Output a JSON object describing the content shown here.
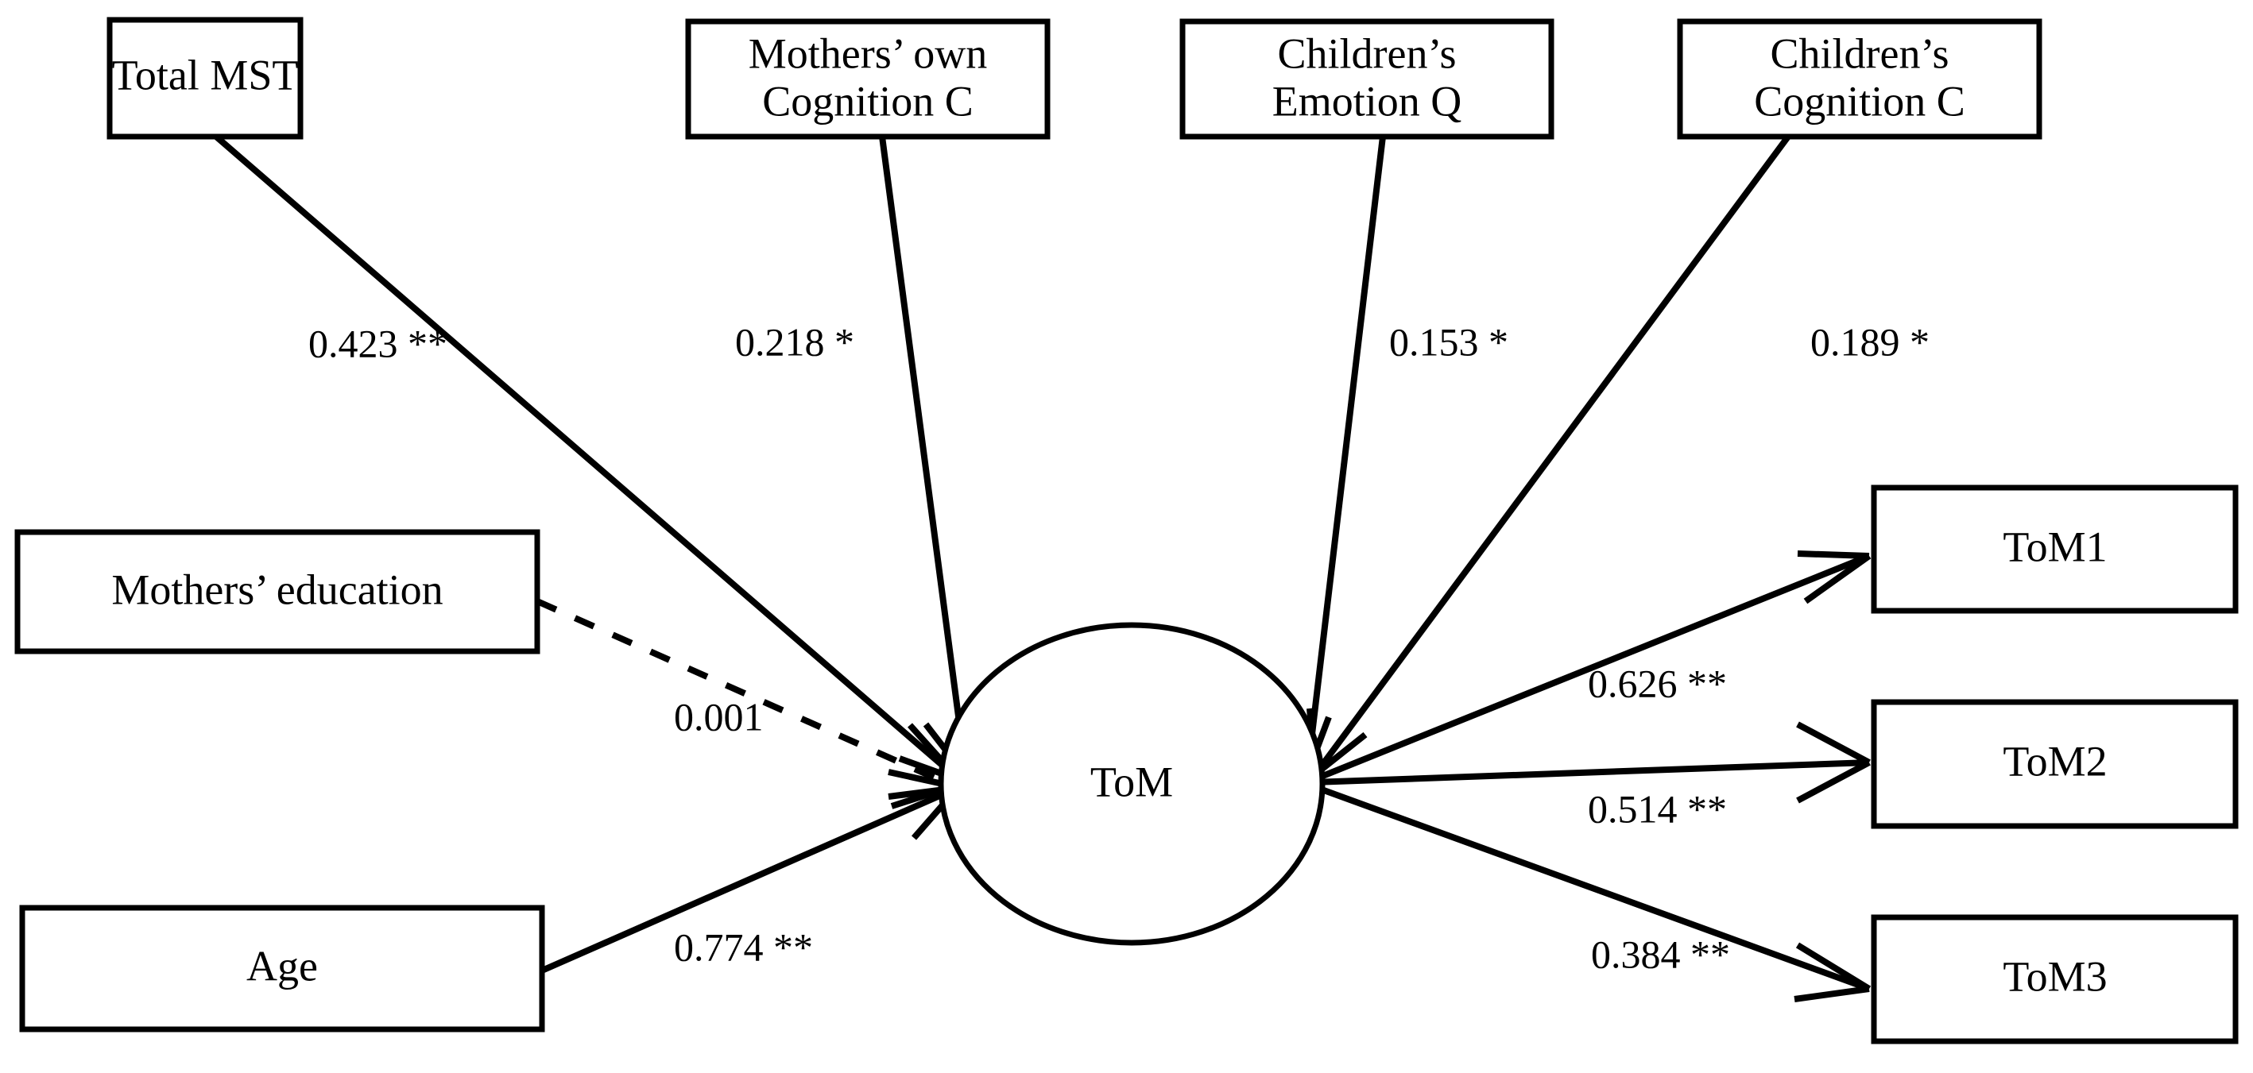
{
  "diagram": {
    "type": "path-diagram",
    "title": "",
    "latent_node": {
      "id": "ToM",
      "label": "ToM",
      "shape": "ellipse"
    },
    "predictors": [
      {
        "id": "total-mst",
        "label": "Total MST",
        "lines": [
          "Total MST"
        ]
      },
      {
        "id": "mothers-own-cognition-c",
        "label": "Mothers’ own Cognition C",
        "lines": [
          "Mothers’ own",
          "Cognition C"
        ]
      },
      {
        "id": "childrens-emotion-q",
        "label": "Children’s Emotion Q",
        "lines": [
          "Children’s",
          "Emotion Q"
        ]
      },
      {
        "id": "childrens-cognition-c",
        "label": "Children’s Cognition C",
        "lines": [
          "Children’s",
          "Cognition C"
        ]
      },
      {
        "id": "mothers-education",
        "label": "Mothers’ education",
        "lines": [
          "Mothers’ education"
        ]
      },
      {
        "id": "age",
        "label": "Age",
        "lines": [
          "Age"
        ]
      }
    ],
    "indicators": [
      {
        "id": "tom1",
        "label": "ToM1"
      },
      {
        "id": "tom2",
        "label": "ToM2"
      },
      {
        "id": "tom3",
        "label": "ToM3"
      }
    ],
    "paths": [
      {
        "from": "total-mst",
        "to": "ToM",
        "coefficient": "0.423",
        "significance": "**",
        "label": "0.423 **",
        "style": "solid"
      },
      {
        "from": "mothers-own-cognition-c",
        "to": "ToM",
        "coefficient": "0.218",
        "significance": "*",
        "label": "0.218 *",
        "style": "solid"
      },
      {
        "from": "childrens-emotion-q",
        "to": "ToM",
        "coefficient": "0.153",
        "significance": "*",
        "label": "0.153 *",
        "style": "solid"
      },
      {
        "from": "childrens-cognition-c",
        "to": "ToM",
        "coefficient": "0.189",
        "significance": "*",
        "label": "0.189 *",
        "style": "solid"
      },
      {
        "from": "mothers-education",
        "to": "ToM",
        "coefficient": "0.001",
        "significance": "",
        "label": "0.001",
        "style": "dashed"
      },
      {
        "from": "age",
        "to": "ToM",
        "coefficient": "0.774",
        "significance": "**",
        "label": "0.774 **",
        "style": "solid"
      },
      {
        "from": "ToM",
        "to": "tom1",
        "coefficient": "0.626",
        "significance": "**",
        "label": "0.626 **",
        "style": "solid"
      },
      {
        "from": "ToM",
        "to": "tom2",
        "coefficient": "0.514",
        "significance": "**",
        "label": "0.514 **",
        "style": "solid"
      },
      {
        "from": "ToM",
        "to": "tom3",
        "coefficient": "0.384",
        "significance": "**",
        "label": "0.384 **",
        "style": "solid"
      }
    ],
    "colors": {
      "background": "#ffffff",
      "stroke": "#000000",
      "text": "#000000"
    }
  }
}
